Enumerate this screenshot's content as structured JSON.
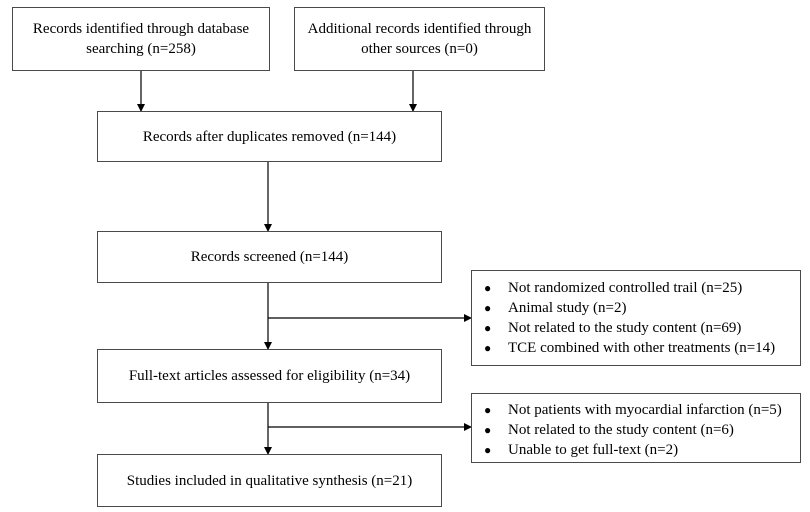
{
  "boxes": {
    "database_search": {
      "line1": "Records identified through database",
      "line2": "searching (n=258)"
    },
    "other_sources": {
      "line1": "Additional records  identified through",
      "line2": "other sources (n=0)"
    },
    "duplicates_removed": "Records after duplicates removed (n=144)",
    "screened": "Records screened (n=144)",
    "full_text": "Full-text articles assessed for eligibility (n=34)",
    "included": "Studies included in qualitative synthesis (n=21)"
  },
  "excluded_screening": [
    "Not randomized controlled trail (n=25)",
    "Animal study (n=2)",
    "Not related to the study content (n=69)",
    "TCE combined with other treatments (n=14)"
  ],
  "excluded_full_text": [
    "Not patients with myocardial infarction (n=5)",
    "Not related to the study content (n=6)",
    "Unable to get full-text (n=2)"
  ],
  "bullet_glyph": "●"
}
